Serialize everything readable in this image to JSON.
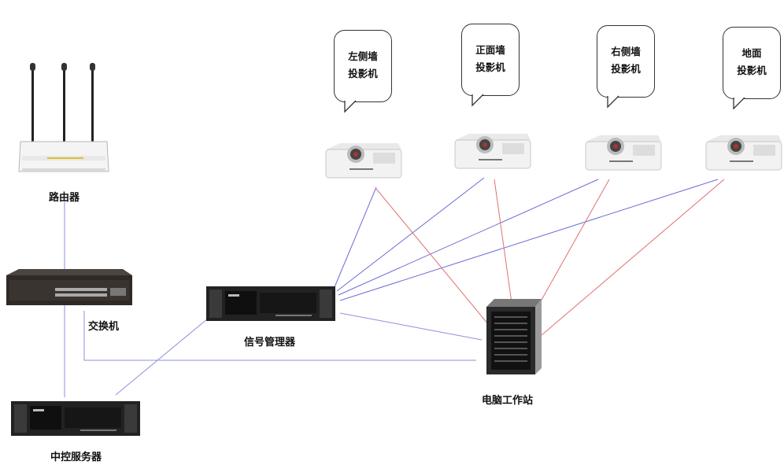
{
  "devices": {
    "router": "路由器",
    "switch": "交换机",
    "control_server": "中控服务器",
    "signal_manager": "信号管理器",
    "workstation": "电脑工作站"
  },
  "projectors": [
    {
      "line1": "左侧墙",
      "line2": "投影机"
    },
    {
      "line1": "正面墙",
      "line2": "投影机"
    },
    {
      "line1": "右侧墙",
      "line2": "投影机"
    },
    {
      "line1": "地面",
      "line2": "投影机"
    }
  ],
  "colors": {
    "blue_link": "#6b6bd8",
    "red_link": "#e07070",
    "wired_link": "#8f8fe0"
  }
}
